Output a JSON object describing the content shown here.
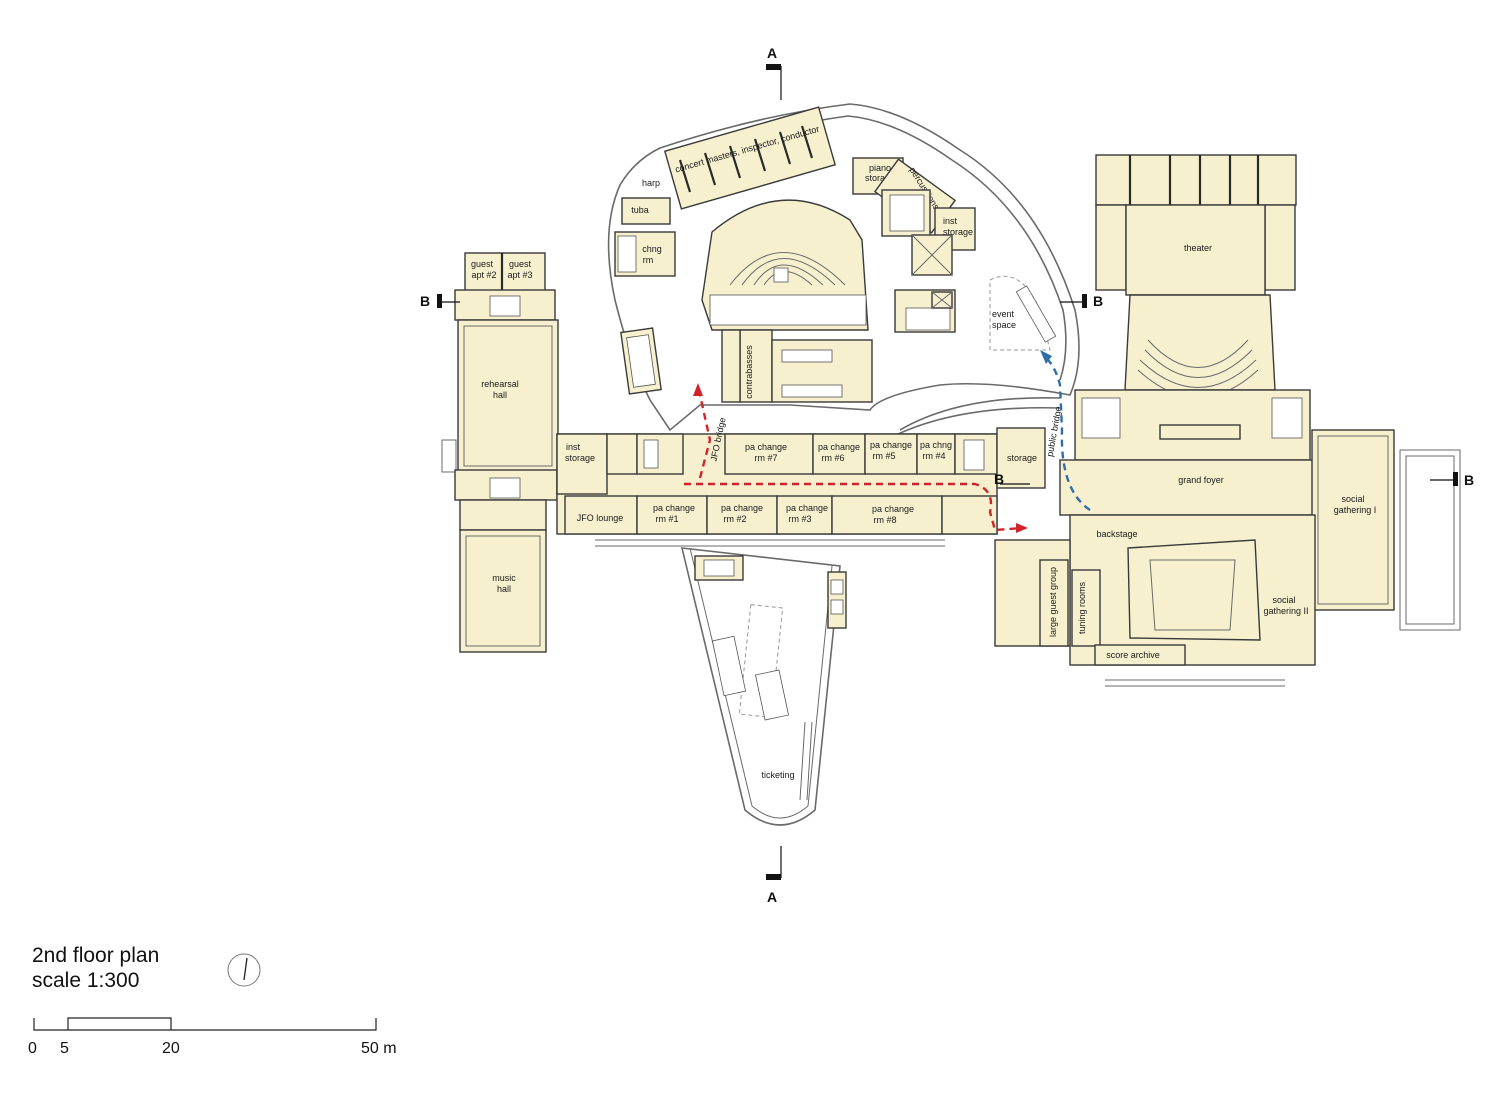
{
  "title": "2nd floor plan",
  "scale": "scale 1:300",
  "section_markers": {
    "a_top": "A",
    "a_bottom": "A",
    "b_left": "B",
    "b_mid": "B",
    "b_center": "B",
    "b_right": "B"
  },
  "rooms": {
    "concert_masters": "concert masters, inspector, conductor",
    "harp": "harp",
    "tuba": "tuba",
    "chng_rm_1": "chng",
    "chng_rm_2": "rm",
    "piano_storage_1": "piano",
    "piano_storage_2": "storage",
    "percussions": "percussions",
    "inst_storage_top_1": "inst",
    "inst_storage_top_2": "storage",
    "event_space_1": "event",
    "event_space_2": "space",
    "guest_apt_2_a": "guest",
    "guest_apt_2_b": "apt #2",
    "guest_apt_3_a": "guest",
    "guest_apt_3_b": "apt #3",
    "rehearsal_hall_1": "rehearsal",
    "rehearsal_hall_2": "hall",
    "contrabasses": "contrabasses",
    "jfo_bridge": "JFO bridge",
    "public_bridge": "public bridge",
    "inst_storage_1": "inst",
    "inst_storage_2": "storage",
    "pa_rm7_1": "pa change",
    "pa_rm7_2": "rm #7",
    "pa_rm6_1": "pa change",
    "pa_rm6_2": "rm #6",
    "pa_rm5_1": "pa change",
    "pa_rm5_2": "rm #5",
    "pa_rm4_1": "pa chng",
    "pa_rm4_2": "rm #4",
    "storage": "storage",
    "theater": "theater",
    "grand_foyer": "grand foyer",
    "jfo_lounge": "JFO lounge",
    "pa_rm1_1": "pa change",
    "pa_rm1_2": "rm #1",
    "pa_rm2_1": "pa change",
    "pa_rm2_2": "rm #2",
    "pa_rm3_1": "pa change",
    "pa_rm3_2": "rm #3",
    "pa_rm8_1": "pa change",
    "pa_rm8_2": "rm #8",
    "backstage": "backstage",
    "social_gathering_1_a": "social",
    "social_gathering_1_b": "gathering I",
    "social_gathering_2_a": "social",
    "social_gathering_2_b": "gathering II",
    "large_guest_group": "large guest group",
    "tuning_rooms": "tuning rooms",
    "score_archive": "score archive",
    "music_hall_1": "music",
    "music_hall_2": "hall",
    "ticketing": "ticketing"
  },
  "scale_bar": {
    "labels": [
      "0",
      "5",
      "20",
      "50 m"
    ]
  },
  "colors": {
    "room_fill": "#f6f0cf",
    "performer_route": "#d0232b",
    "public_route": "#2f6ea8"
  }
}
